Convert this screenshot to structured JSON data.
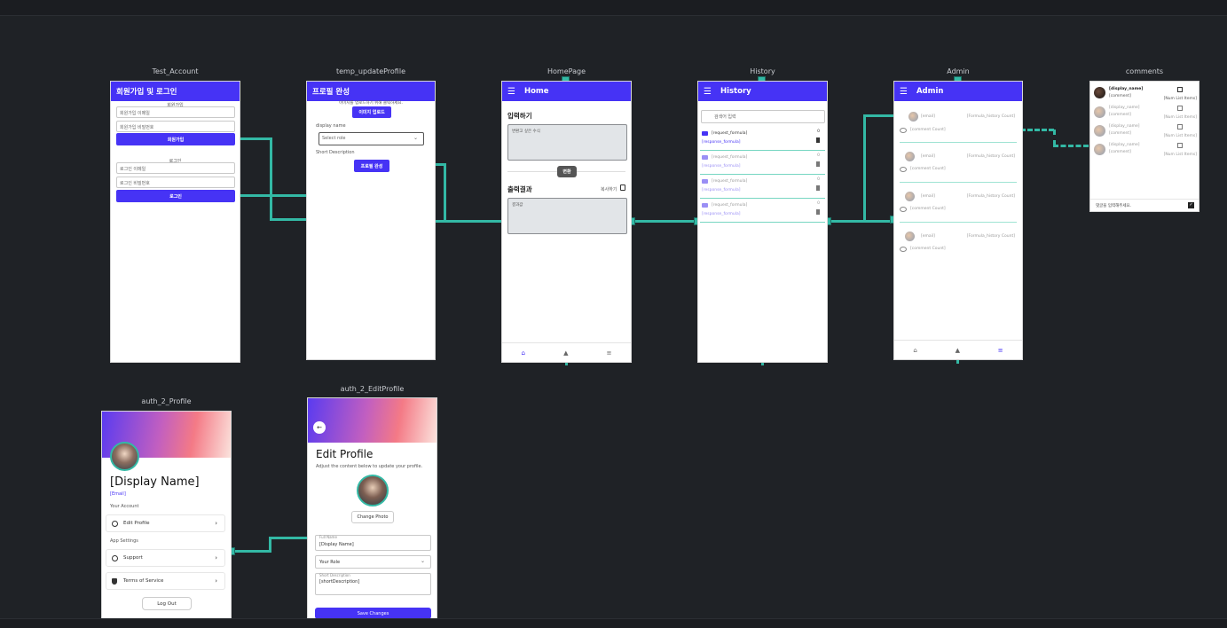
{
  "frames": {
    "test_account": {
      "name": "Test_Account",
      "title": "회원가입 및 로그인",
      "signup_label": "회원가입",
      "signup_email": "회원가입 이메일",
      "signup_password": "회원가입 비밀번호",
      "signup_button": "회원가입",
      "login_label": "로그인",
      "login_email": "로그인 이메일",
      "login_password": "로그인 비밀번호",
      "login_button": "로그인"
    },
    "temp_update": {
      "name": "temp_updateProfile",
      "title": "프로필 완성",
      "upload_hint": "이미지를 업로드하기 위해 클릭하세요.",
      "upload_button": "이미지 업로드",
      "display_name_label": "display name",
      "select_role": "Select role",
      "short_desc_label": "Short Description",
      "complete_button": "프로필 완성"
    },
    "home": {
      "name": "HomePage",
      "title": "Home",
      "input_title": "입력하기",
      "input_placeholder": "변환고 싶은 수식",
      "convert_button": "변환",
      "output_title": "출력결과",
      "copy_label": "복사하기",
      "output_value": "결과값"
    },
    "history": {
      "name": "History",
      "title": "History",
      "search_placeholder": "검색어 입력",
      "rows": [
        {
          "request": "[request_formula]",
          "response": "[response_formula]",
          "count": "0"
        },
        {
          "request": "[request_formula]",
          "response": "[response_formula]",
          "count": "0"
        },
        {
          "request": "[request_formula]",
          "response": "[response_formula]",
          "count": "0"
        },
        {
          "request": "[request_formula]",
          "response": "[response_formula]",
          "count": "0"
        }
      ]
    },
    "admin": {
      "name": "Admin",
      "title": "Admin",
      "rows": [
        {
          "email": "[email]",
          "formula": "[Formula_history Count]",
          "comment": "[comment Count]"
        },
        {
          "email": "[email]",
          "formula": "[Formula_history Count]",
          "comment": "[comment Count]"
        },
        {
          "email": "[email]",
          "formula": "[Formula_history Count]",
          "comment": "[comment Count]"
        },
        {
          "email": "[email]",
          "formula": "[Formula_history Count]",
          "comment": "[comment Count]"
        }
      ]
    },
    "comments": {
      "name": "comments",
      "rows": [
        {
          "name": "[display_name]",
          "comment": "[comment]",
          "items": "[Num List Items]"
        },
        {
          "name": "[display_name]",
          "comment": "[comment]",
          "items": "[Num List Items]"
        },
        {
          "name": "[display_name]",
          "comment": "[comment]",
          "items": "[Num List Items]"
        },
        {
          "name": "[display_name]",
          "comment": "[comment]",
          "items": "[Num List Items]"
        }
      ],
      "footer_input": "댓글을 입력해주세요."
    },
    "profile": {
      "name": "auth_2_Profile",
      "display_name": "[Display Name]",
      "email": "[Email]",
      "account_label": "Your Account",
      "edit_profile": "Edit Profile",
      "settings_label": "App Settings",
      "support": "Support",
      "terms": "Terms of Service",
      "logout": "Log Out"
    },
    "edit_profile": {
      "name": "auth_2_EditProfile",
      "title": "Edit Profile",
      "subtitle": "Adjust the content below to update your profile.",
      "change_photo": "Change Photo",
      "full_name_label": "Full Name",
      "full_name_value": "[Display Name]",
      "role": "Your Role",
      "short_desc_label": "Short Description",
      "short_desc_value": "[shortDescription]",
      "save_button": "Save Changes"
    }
  },
  "colors": {
    "canvas": "#1f2226",
    "appbar": "#4633f5",
    "connector": "#33b9a5"
  }
}
